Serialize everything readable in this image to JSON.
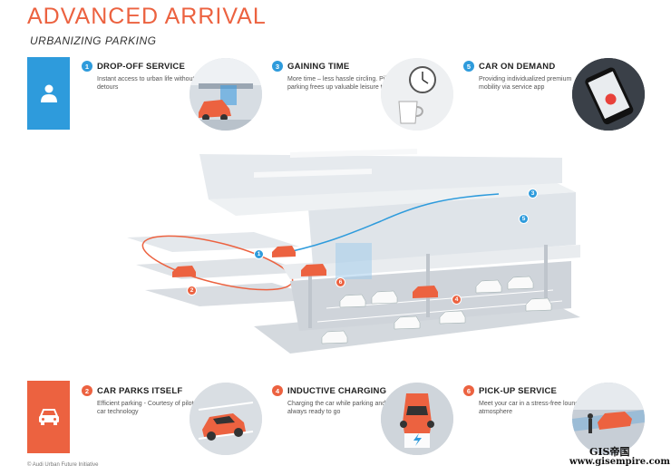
{
  "header": {
    "title": "ADVANCED ARRIVAL",
    "subtitle": "URBANIZING PARKING"
  },
  "colors": {
    "accent_orange": "#ec6240",
    "accent_blue": "#2e9bdc"
  },
  "sidebox_icons": {
    "top": "person-icon",
    "bottom": "car-icon"
  },
  "features": [
    {
      "num": "1",
      "title": "DROP-OFF SERVICE",
      "desc": "Instant access to urban life without any detours",
      "icon": "garage-car-photo"
    },
    {
      "num": "3",
      "title": "GAINING TIME",
      "desc": "More time – less hassle circling. Piloted parking frees up valuable leisure time",
      "icon": "clock-and-cup-photo"
    },
    {
      "num": "5",
      "title": "CAR ON DEMAND",
      "desc": "Providing individualized premium mobility via service app",
      "icon": "smartphone-app-photo"
    },
    {
      "num": "2",
      "title": "CAR PARKS ITSELF",
      "desc": "Efficient parking - Courtesy of piloted car technology",
      "icon": "parking-car-photo"
    },
    {
      "num": "4",
      "title": "INDUCTIVE CHARGING",
      "desc": "Charging the car while parking and always ready to go",
      "icon": "charging-car-photo"
    },
    {
      "num": "6",
      "title": "PICK-UP SERVICE",
      "desc": "Meet your car in a stress-free lounge atmosphere",
      "icon": "lounge-pickup-photo"
    }
  ],
  "markers": [
    "1",
    "2",
    "3",
    "4",
    "5",
    "6"
  ],
  "footer": "© Audi Urban Future Initiative",
  "watermark": {
    "line1": "GIS帝国",
    "line2": "www.gisempire.com"
  }
}
